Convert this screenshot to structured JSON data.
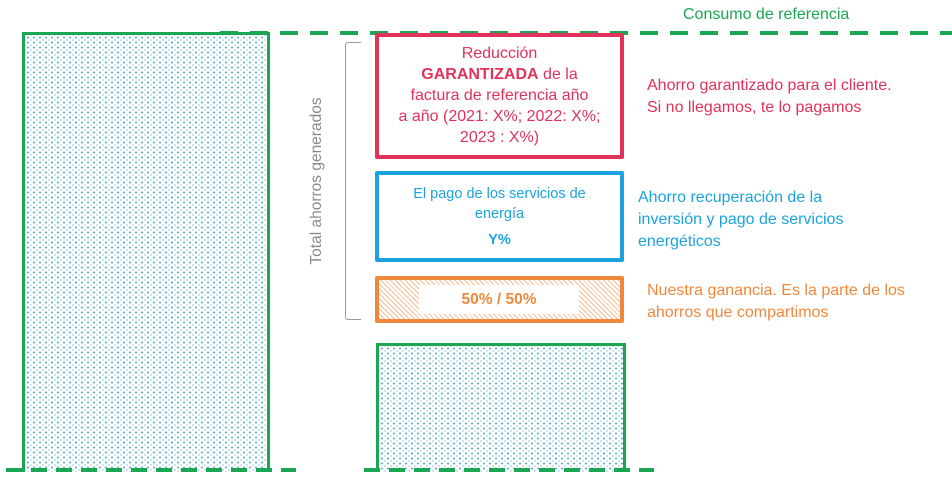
{
  "reference_line": {
    "label": "Consumo de referencia",
    "color": "#1aa652"
  },
  "bracket": {
    "label": "Total ahorros generados",
    "color": "#8a8a8a"
  },
  "boxes": {
    "guaranteed": {
      "line1": "Reducción",
      "bold": "GARANTIZADA",
      "line2_rest": " de la",
      "line3": "factura de referencia año",
      "line4": "a año (2021: X%; 2022: X%;",
      "line5": "2023 : X%)",
      "color": "#e0325a"
    },
    "services": {
      "line1": "El pago de los servicios de",
      "line2": "energía",
      "value": "Y%",
      "color": "#1aa3df"
    },
    "profit": {
      "value": "50% / 50%",
      "color": "#f0883c"
    }
  },
  "annotations": {
    "guaranteed": {
      "lines": [
        "Ahorro garantizado para el cliente.",
        "Si no llegamos, te lo pagamos"
      ],
      "color": "#e0325a"
    },
    "services": {
      "lines": [
        "Ahorro recuperación de la",
        "inversión y pago de servicios",
        "energéticos"
      ],
      "color": "#1aa3df"
    },
    "profit": {
      "lines": [
        "Nuestra ganancia. Es la parte de los",
        "ahorros que compartimos"
      ],
      "color": "#f0883c"
    }
  },
  "bars": {
    "baseline_consumption": {
      "fill": "dotted-blue",
      "border": "#1aa652"
    },
    "new_consumption": {
      "fill": "dotted-blue",
      "border": "#1aa652"
    }
  }
}
